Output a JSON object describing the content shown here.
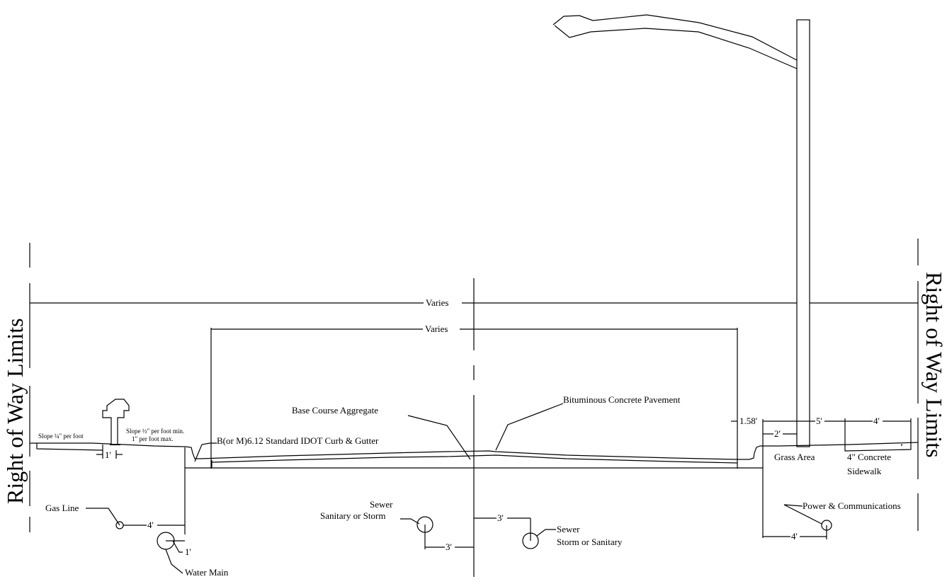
{
  "title": "Road Cross Section - Right of Way",
  "row_limits": {
    "left": "Right of Way Limits",
    "right": "Right of Way Limits"
  },
  "dimensions": {
    "row_width": "Varies",
    "pavement_width": "Varies",
    "curb_offset": "1.58'",
    "grass_to_pole": "2'",
    "grass_width": "5'",
    "sidewalk_width": "4'",
    "hydrant_offset": "1'",
    "gas_offset": "4'",
    "water_offset": "1'",
    "sewer_left_offset": "3'",
    "sewer_right_offset": "3'",
    "power_offset": "4'"
  },
  "labels": {
    "slope_left": "Slope ¼\" per foot",
    "slope_parkway_line1": "Slope ½\" per foot min.",
    "slope_parkway_line2": "1\" per foot max.",
    "curb_gutter": "B(or M)6.12 Standard IDOT Curb & Gutter",
    "base_course": "Base Course Aggregate",
    "pavement": "Bituminous Concrete Pavement",
    "grass_area": "Grass Area",
    "sidewalk_line1": "4\" Concrete",
    "sidewalk_line2": "Sidewalk"
  },
  "utilities": {
    "gas_line": "Gas Line",
    "water_main": "Water Main",
    "sewer_left_line1": "Sewer",
    "sewer_left_line2": "Sanitary or Storm",
    "sewer_right_line1": "Sewer",
    "sewer_right_line2": "Storm or Sanitary",
    "power": "Power & Communications"
  },
  "fixtures": {
    "hydrant": "fire-hydrant",
    "street_light": "street-light-pole"
  }
}
